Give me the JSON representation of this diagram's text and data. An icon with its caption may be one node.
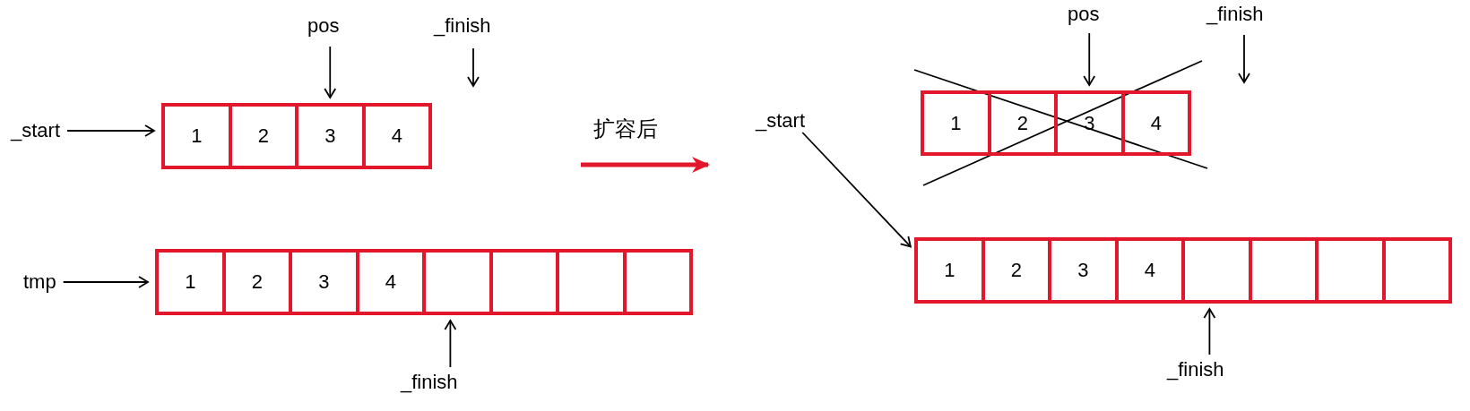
{
  "diagram": {
    "nodes": [
      {
        "text": [
          "pos"
        ]
      },
      {
        "text": [
          "_finish"
        ]
      },
      {
        "text": [
          "_start"
        ]
      },
      {
        "text": [
          "1"
        ]
      },
      {
        "text": [
          "2"
        ]
      },
      {
        "text": [
          "3"
        ]
      },
      {
        "text": [
          "4"
        ]
      },
      {
        "text": [
          "tmp"
        ]
      },
      {
        "text": [
          "1"
        ]
      },
      {
        "text": [
          "2"
        ]
      },
      {
        "text": [
          "3"
        ]
      },
      {
        "text": [
          "4"
        ]
      },
      {
        "text": [],
        "shape": "box"
      },
      {
        "text": [],
        "shape": "box"
      },
      {
        "text": [],
        "shape": "box"
      },
      {
        "text": [],
        "shape": "box"
      },
      {
        "text": [
          "_finish"
        ]
      },
      {
        "text": [
          "pos"
        ]
      },
      {
        "text": [
          "_finish"
        ]
      },
      {
        "text": [
          "_start"
        ]
      },
      {
        "text": [
          "1"
        ]
      },
      {
        "text": [
          "2"
        ]
      },
      {
        "text": [
          "3"
        ]
      },
      {
        "text": [
          "4"
        ]
      },
      {
        "text": [
          "1"
        ]
      },
      {
        "text": [
          "2"
        ]
      },
      {
        "text": [
          "3"
        ]
      },
      {
        "text": [
          "4"
        ]
      },
      {
        "text": [],
        "shape": "box"
      },
      {
        "text": [],
        "shape": "box"
      },
      {
        "text": [],
        "shape": "box"
      },
      {
        "text": [],
        "shape": "box"
      },
      {
        "text": [
          "_finish"
        ]
      }
    ],
    "edges": [
      {
        "from": 0,
        "to": 5,
        "arrow": "to"
      },
      {
        "from": 1,
        "to": null,
        "arrow": "to"
      },
      {
        "from": 2,
        "to": 3,
        "arrow": "to"
      },
      {
        "from": 7,
        "to": 8,
        "arrow": "to"
      },
      {
        "from": 16,
        "to": 12,
        "arrow": "to"
      },
      {
        "from": 17,
        "to": 22,
        "arrow": "to"
      },
      {
        "from": 18,
        "to": null,
        "arrow": "to"
      },
      {
        "from": 19,
        "to": 24,
        "arrow": "to"
      },
      {
        "from": 32,
        "to": 28,
        "arrow": "to"
      }
    ],
    "labels": [
      "扩容后"
    ]
  }
}
